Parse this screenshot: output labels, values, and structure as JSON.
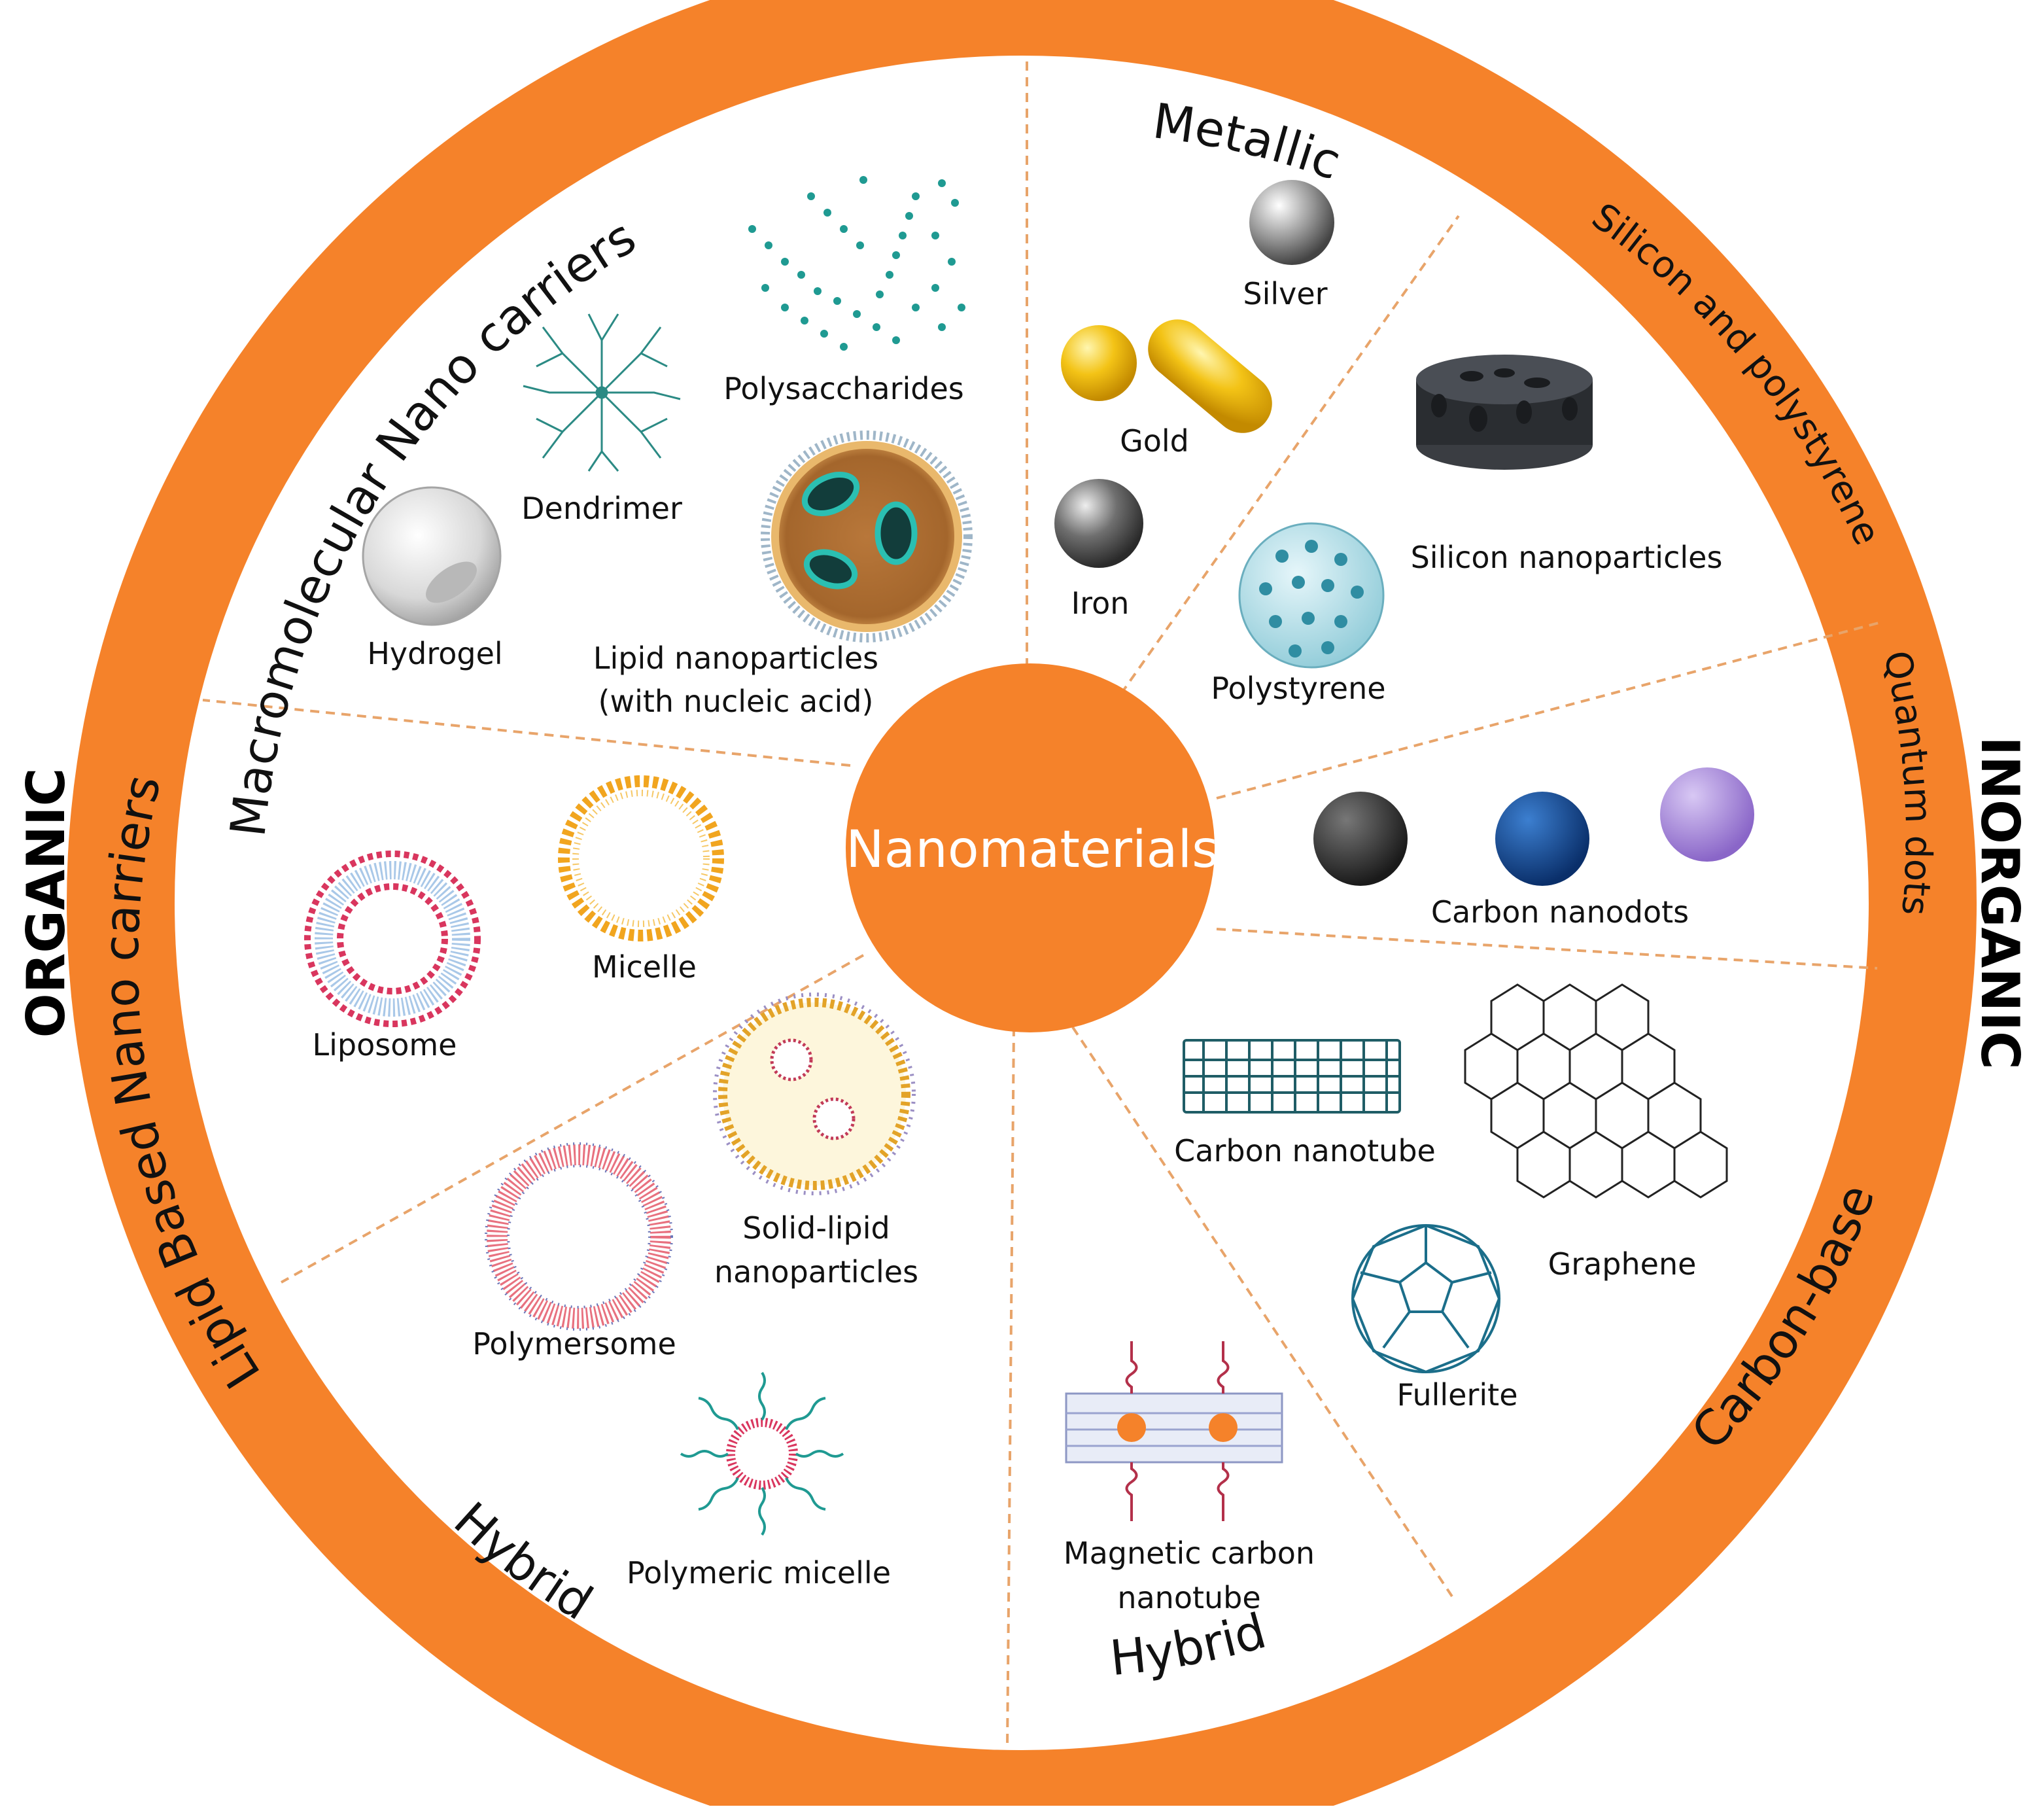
{
  "center": {
    "title": "Nanomaterials"
  },
  "sides": {
    "left": "ORGANIC",
    "right": "INORGANIC"
  },
  "ring_labels": {
    "macromolecular": "Macromolecular Nano carriers",
    "metallic": "Metallic",
    "silicon": "Silicon and polystyrene",
    "quantum": "Quantum dots",
    "carbon": "Carbon-based",
    "hybrid_bottom": "Hybrid",
    "hybrid_left": "Hybrid",
    "lipid": "Lipid Based Nano carriers"
  },
  "items": {
    "polysaccharides": "Polysaccharides",
    "dendrimer": "Dendrimer",
    "hydrogel": "Hydrogel",
    "lipid_np_1": "Lipid nanoparticles",
    "lipid_np_2": "(with nucleic acid)",
    "silver": "Silver",
    "gold": "Gold",
    "iron": "Iron",
    "silicon_np": "Silicon nanoparticles",
    "polystyrene": "Polystyrene",
    "carbon_nanodots": "Carbon nanodots",
    "carbon_nanotube": "Carbon nanotube",
    "graphene": "Graphene",
    "fullerite": "Fullerite",
    "magnetic_1": "Magnetic carbon",
    "magnetic_2": "nanotube",
    "micelle": "Micelle",
    "liposome": "Liposome",
    "solid_lipid_1": "Solid-lipid",
    "solid_lipid_2": "nanoparticles",
    "polymersome": "Polymersome",
    "polymeric_micelle": "Polymeric micelle"
  },
  "colors": {
    "ring": "#F5822A",
    "center": "#F5822A",
    "divider": "#E8A46A"
  }
}
